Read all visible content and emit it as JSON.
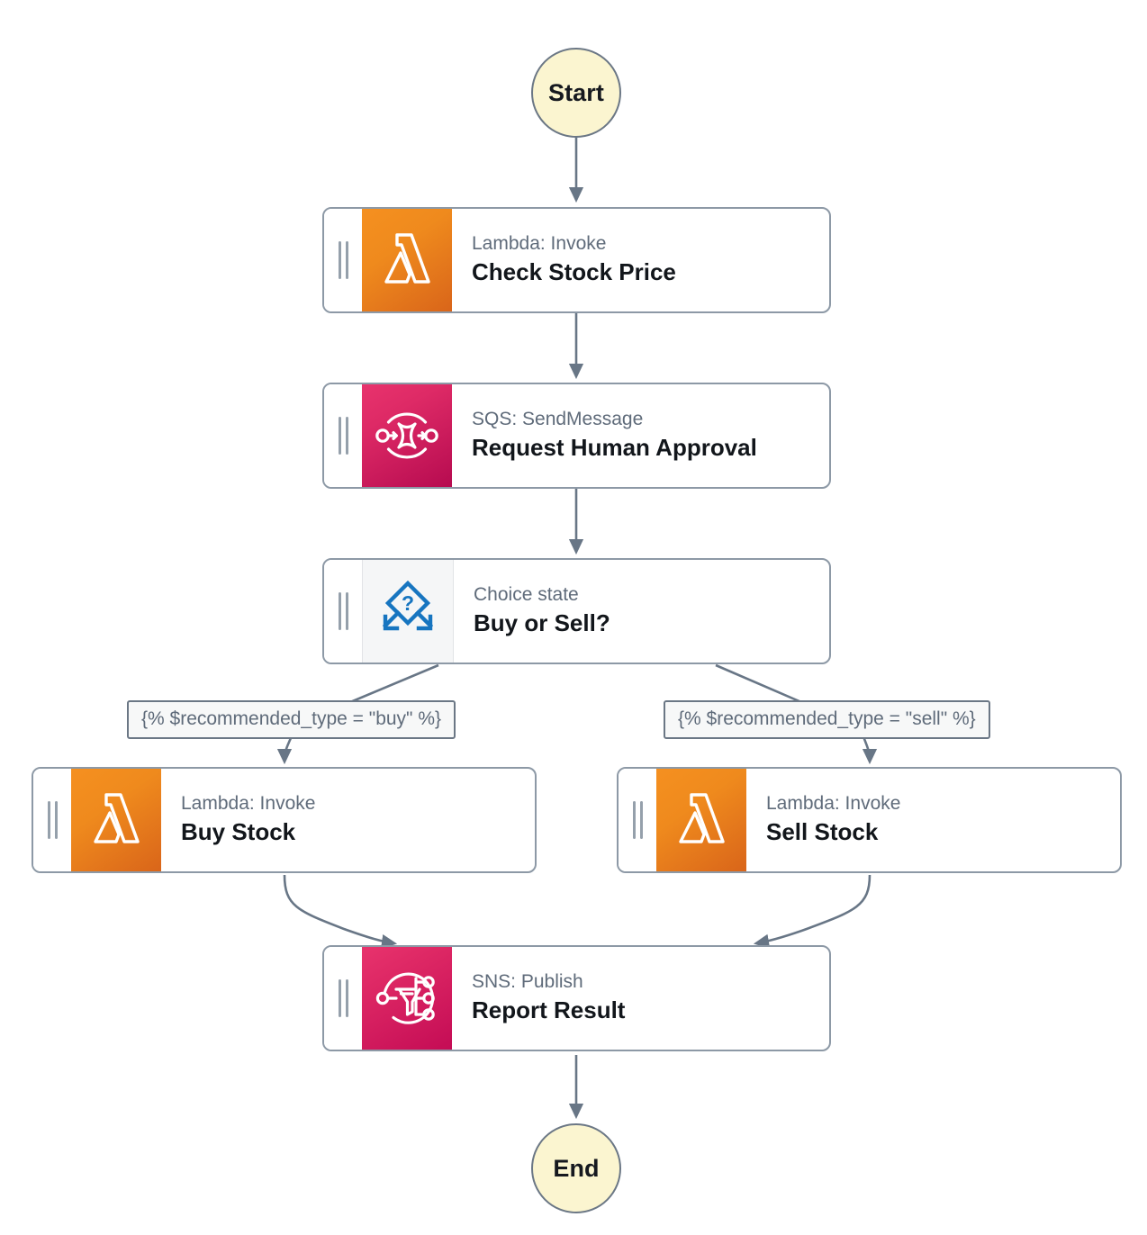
{
  "diagram": {
    "kind": "aws-step-functions-workflow",
    "background": "#ffffff",
    "edge_color": "#687686"
  },
  "terminals": {
    "start": {
      "label": "Start",
      "fill": "#fbf5d0",
      "stroke": "#6b7785"
    },
    "end": {
      "label": "End",
      "fill": "#fbf5d0",
      "stroke": "#6b7785"
    }
  },
  "nodes": [
    {
      "id": "check-stock-price",
      "subtitle": "Lambda: Invoke",
      "title": "Check Stock Price",
      "service": "lambda",
      "icon": "lambda-icon",
      "accent": "#ef8a1d"
    },
    {
      "id": "request-human-approval",
      "subtitle": "SQS: SendMessage",
      "title": "Request Human Approval",
      "service": "sqs",
      "icon": "sqs-queue-icon",
      "accent": "#de2a66"
    },
    {
      "id": "buy-or-sell",
      "subtitle": "Choice state",
      "title": "Buy or Sell?",
      "service": "choice",
      "icon": "choice-diamond-icon",
      "accent": "#1775c0"
    },
    {
      "id": "buy-stock",
      "subtitle": "Lambda: Invoke",
      "title": "Buy Stock",
      "service": "lambda",
      "icon": "lambda-icon",
      "accent": "#ef8a1d"
    },
    {
      "id": "sell-stock",
      "subtitle": "Lambda: Invoke",
      "title": "Sell Stock",
      "service": "lambda",
      "icon": "lambda-icon",
      "accent": "#ef8a1d"
    },
    {
      "id": "report-result",
      "subtitle": "SNS: Publish",
      "title": "Report Result",
      "service": "sns",
      "icon": "sns-topic-icon",
      "accent": "#dd2764"
    }
  ],
  "edge_labels": {
    "buy_branch": "{% $recommended_type = \"buy\" %}",
    "sell_branch": "{% $recommended_type = \"sell\" %}"
  }
}
